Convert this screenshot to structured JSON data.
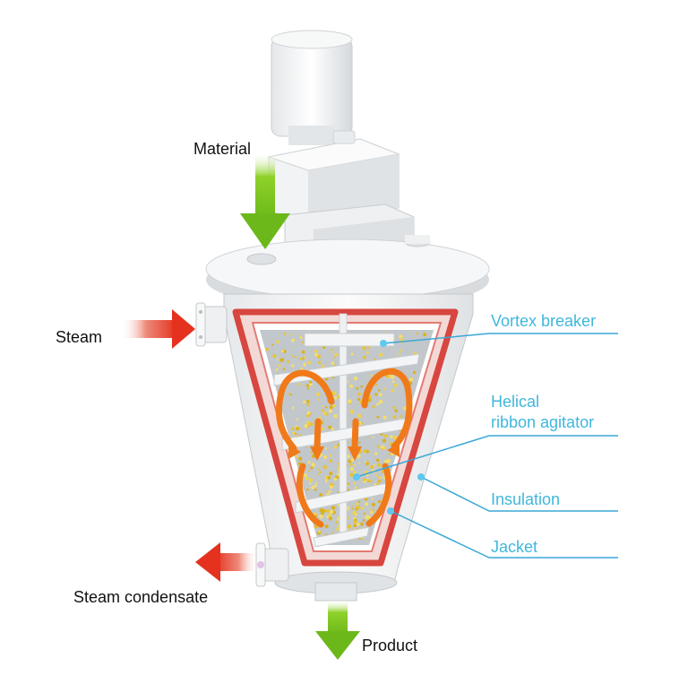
{
  "labels": {
    "material": "Material",
    "steam": "Steam",
    "steam_condensate": "Steam condensate",
    "product": "Product",
    "vortex_breaker": "Vortex breaker",
    "helical_line1": "Helical",
    "helical_line2": "ribbon agitator",
    "insulation": "Insulation",
    "jacket": "Jacket"
  },
  "colors": {
    "background": "#ffffff",
    "callout_text": "#3fb7dd",
    "callout_line": "#3aa7d6",
    "flow_arrow_green": "#7dc31f",
    "steam_arrow_red": "#e4321f",
    "jacket_red": "#d7463f",
    "vessel_white": "#f2f4f5",
    "particles": "#e8c232",
    "circulation_orange": "#f07a1a"
  }
}
